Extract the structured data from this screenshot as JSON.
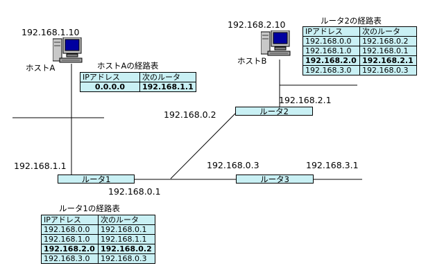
{
  "hosts": {
    "a": {
      "label": "ホストA",
      "ip": "192.168.1.10"
    },
    "b": {
      "label": "ホストB",
      "ip": "192.168.2.10"
    }
  },
  "routers": {
    "r1": {
      "label": "ルータ1"
    },
    "r2": {
      "label": "ルータ2"
    },
    "r3": {
      "label": "ルータ3"
    }
  },
  "addresses": {
    "r1_lan1": "192.168.1.1",
    "r1_lan0": "192.168.0.1",
    "r2_lan0": "192.168.0.2",
    "r2_lan2": "192.168.2.1",
    "r3_lan0": "192.168.0.3",
    "r3_lan3": "192.168.3.1"
  },
  "tables": {
    "host_a": {
      "caption": "ホストAの経路表",
      "headers": [
        "IPアドレス",
        "次のルータ"
      ],
      "rows": [
        {
          "cells": [
            "0.0.0.0",
            "192.168.1.1"
          ],
          "bold": true
        }
      ]
    },
    "router1": {
      "caption": "ルータ1の経路表",
      "headers": [
        "IPアドレス",
        "次のルータ"
      ],
      "rows": [
        {
          "cells": [
            "192.168.0.0",
            "192.168.0.1"
          ],
          "bold": false
        },
        {
          "cells": [
            "192.168.1.0",
            "192.168.1.1"
          ],
          "bold": false
        },
        {
          "cells": [
            "192.168.2.0",
            "192.168.0.2"
          ],
          "bold": true
        },
        {
          "cells": [
            "192.168.3.0",
            "192.168.0.3"
          ],
          "bold": false
        }
      ]
    },
    "router2": {
      "caption": "ルータ2の経路表",
      "headers": [
        "IPアドレス",
        "次のルータ"
      ],
      "rows": [
        {
          "cells": [
            "192.168.0.0",
            "192.168.0.2"
          ],
          "bold": false
        },
        {
          "cells": [
            "192.168.1.0",
            "192.168.0.1"
          ],
          "bold": false
        },
        {
          "cells": [
            "192.168.2.0",
            "192.168.2.1"
          ],
          "bold": true
        },
        {
          "cells": [
            "192.168.3.0",
            "192.168.0.3"
          ],
          "bold": false
        }
      ]
    }
  },
  "colors": {
    "box_fill": "#c9f0f4",
    "line": "#000000"
  }
}
